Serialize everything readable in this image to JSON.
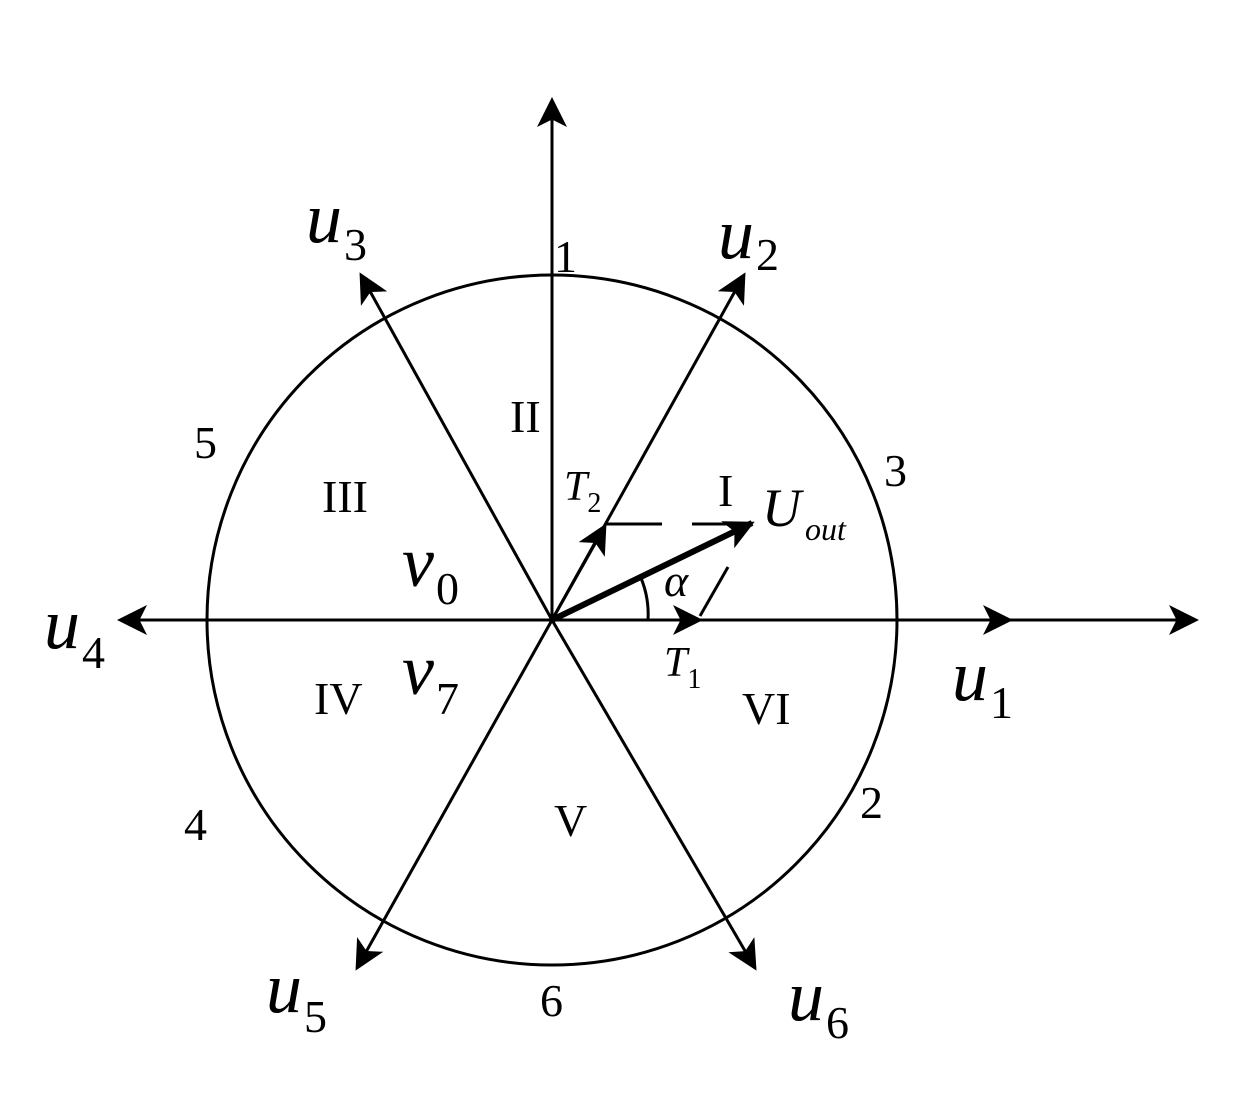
{
  "vectors": {
    "u1": {
      "base": "u",
      "sub": "1"
    },
    "u2": {
      "base": "u",
      "sub": "2"
    },
    "u3": {
      "base": "u",
      "sub": "3"
    },
    "u4": {
      "base": "u",
      "sub": "4"
    },
    "u5": {
      "base": "u",
      "sub": "5"
    },
    "u6": {
      "base": "u",
      "sub": "6"
    }
  },
  "sectors": {
    "I": "I",
    "II": "II",
    "III": "III",
    "IV": "IV",
    "V": "V",
    "VI": "VI"
  },
  "boundary_numbers": {
    "n1": "1",
    "n2": "2",
    "n3": "3",
    "n4": "4",
    "n5": "5",
    "n6": "6"
  },
  "zero_vectors": {
    "v0": {
      "base": "v",
      "sub": "0"
    },
    "v7": {
      "base": "v",
      "sub": "7"
    }
  },
  "output": {
    "base": "U",
    "sub": "out"
  },
  "components": {
    "T1": {
      "base": "T",
      "sub": "1"
    },
    "T2": {
      "base": "T",
      "sub": "2"
    }
  },
  "angle": "α",
  "colors": {
    "stroke": "#000000",
    "background": "#ffffff"
  }
}
